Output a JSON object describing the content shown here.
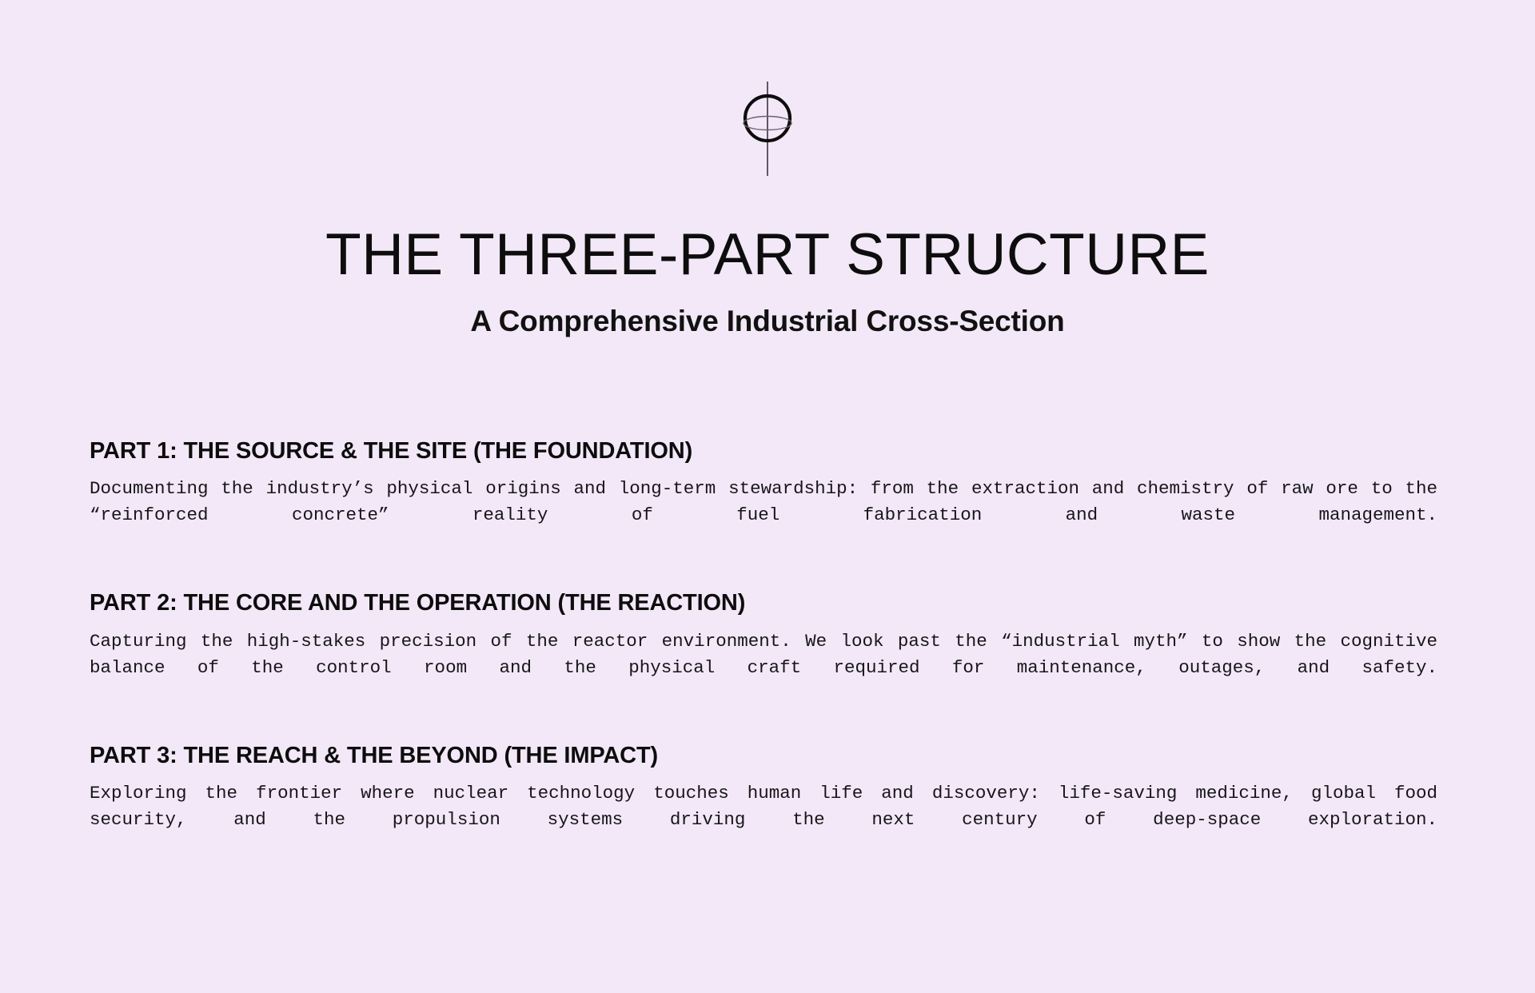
{
  "theme": {
    "background": "#f3e8f7",
    "text": "#0d0d0d",
    "body_text": "#16161a"
  },
  "logo": {
    "icon": "globe-atom-mark",
    "description": "circle with vertical axis line and horizontal orbital ellipse"
  },
  "header": {
    "title": "THE THREE-PART STRUCTURE",
    "subtitle": "A Comprehensive Industrial Cross-Section"
  },
  "sections": [
    {
      "heading": "PART 1: THE SOURCE & THE SITE (THE FOUNDATION)",
      "body": "Documenting the industry’s physical origins and long-term stewardship: from the extraction and chemistry of raw ore to the “reinforced concrete” reality of fuel fabrication and waste management."
    },
    {
      "heading": "PART 2: THE CORE AND THE OPERATION (THE REACTION)",
      "body": "Capturing the high-stakes precision of the reactor environment. We look past the “industrial myth” to show the cognitive balance of the control room and the physical craft required for maintenance, outages, and safety."
    },
    {
      "heading": "PART 3: THE REACH & THE BEYOND (THE IMPACT)",
      "body": "Exploring the frontier where nuclear technology touches human life and discovery: life-saving medicine, global food security, and the propulsion systems driving the next century of deep-space exploration."
    }
  ]
}
